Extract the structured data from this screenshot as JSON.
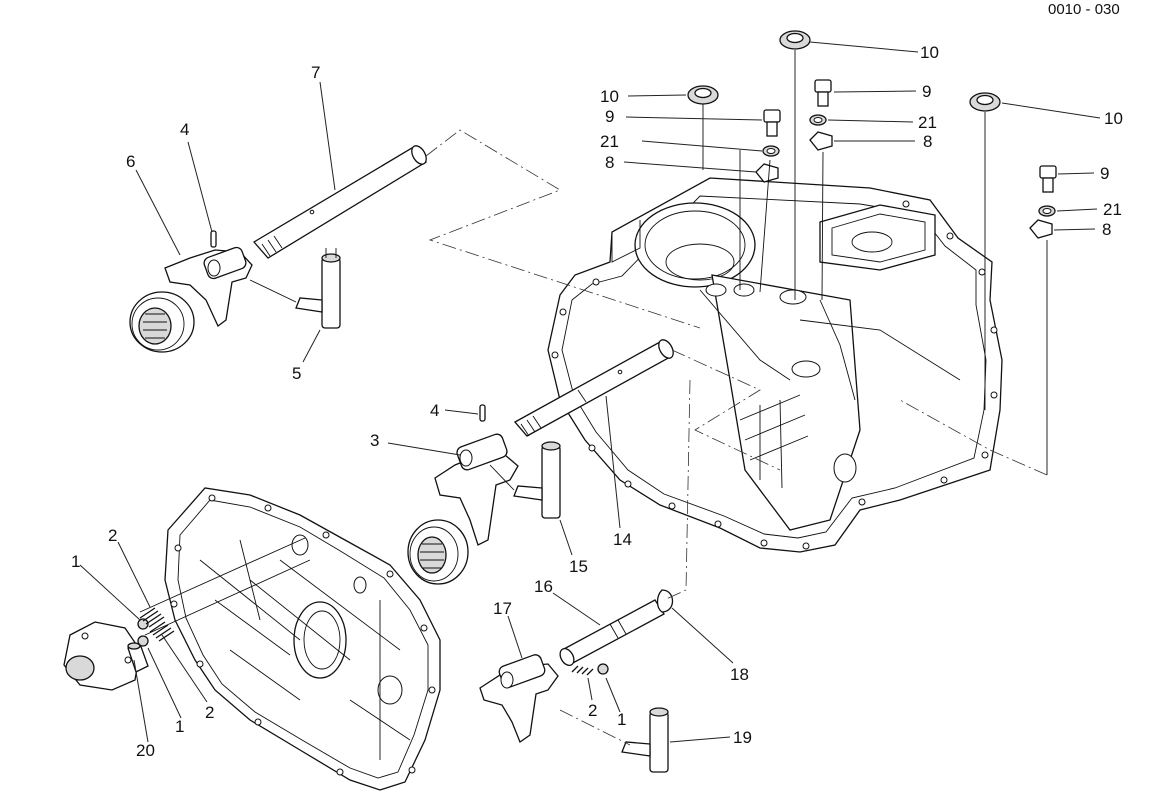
{
  "corner_code": "0010 - 030",
  "callouts": [
    {
      "id": "c4a",
      "text": "4"
    },
    {
      "id": "c7",
      "text": "7"
    },
    {
      "id": "c6",
      "text": "6"
    },
    {
      "id": "c5",
      "text": "5"
    },
    {
      "id": "c4b",
      "text": "4"
    },
    {
      "id": "c3",
      "text": "3"
    },
    {
      "id": "c14",
      "text": "14"
    },
    {
      "id": "c15",
      "text": "15"
    },
    {
      "id": "c16",
      "text": "16"
    },
    {
      "id": "c17",
      "text": "17"
    },
    {
      "id": "c18",
      "text": "18"
    },
    {
      "id": "c19",
      "text": "19"
    },
    {
      "id": "c2a",
      "text": "2"
    },
    {
      "id": "c1a",
      "text": "1"
    },
    {
      "id": "c20",
      "text": "20"
    },
    {
      "id": "c1b",
      "text": "1"
    },
    {
      "id": "c2b",
      "text": "2"
    },
    {
      "id": "c2c",
      "text": "2"
    },
    {
      "id": "c1c",
      "text": "1"
    },
    {
      "id": "c10a",
      "text": "10"
    },
    {
      "id": "c10b",
      "text": "10"
    },
    {
      "id": "c10c",
      "text": "10"
    },
    {
      "id": "c9a",
      "text": "9"
    },
    {
      "id": "c9b",
      "text": "9"
    },
    {
      "id": "c9c",
      "text": "9"
    },
    {
      "id": "c21a",
      "text": "21"
    },
    {
      "id": "c21b",
      "text": "21"
    },
    {
      "id": "c21c",
      "text": "21"
    },
    {
      "id": "c8a",
      "text": "8"
    },
    {
      "id": "c8b",
      "text": "8"
    },
    {
      "id": "c8c",
      "text": "8"
    }
  ]
}
